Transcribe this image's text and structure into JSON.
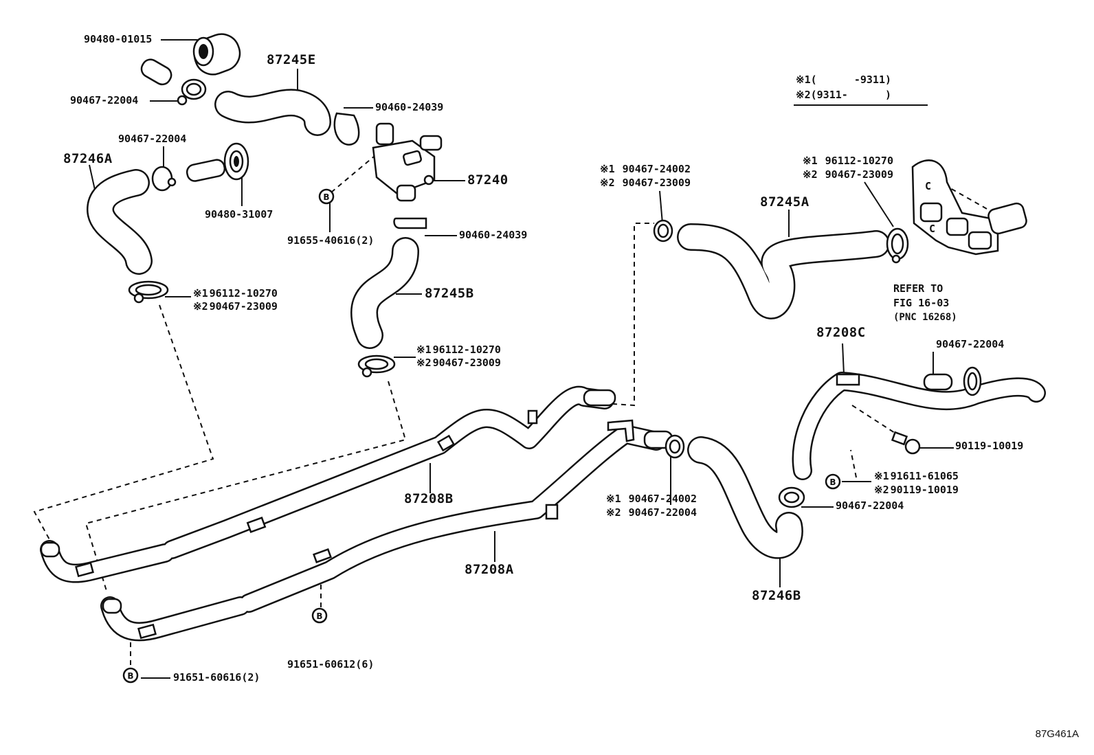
{
  "legend": {
    "rows": [
      {
        "mark": "※1",
        "range": "(      -9311)"
      },
      {
        "mark": "※2",
        "range": "(9311-      )"
      }
    ]
  },
  "figure_id": "87G461A",
  "parts": {
    "p90480_01015": "90480-01015",
    "p87245E": "87245E",
    "p90467_22004_a": "90467-22004",
    "p90460_24039_a": "90460-24039",
    "p90467_22004_b": "90467-22004",
    "p87246A": "87246A",
    "p87240": "87240",
    "p90480_31007": "90480-31007",
    "p91655_40616": "91655-40616(2)",
    "p90460_24039_b": "90460-24039",
    "p87245B": "87245B",
    "pair_left": {
      "m1": "※1",
      "n1": "96112-10270",
      "m2": "※2",
      "n2": "90467-23009"
    },
    "pair_mid": {
      "m1": "※1",
      "n1": "96112-10270",
      "m2": "※2",
      "n2": "90467-23009"
    },
    "pair_top_center": {
      "m1": "※1",
      "n1": "90467-24002",
      "m2": "※2",
      "n2": "90467-23009"
    },
    "p87245A": "87245A",
    "pair_top_right": {
      "m1": "※1",
      "n1": "96112-10270",
      "m2": "※2",
      "n2": "90467-23009"
    },
    "refer": {
      "line1": "REFER TO",
      "line2": "FIG 16-03",
      "line3": "(PNC 16268)"
    },
    "p87208C": "87208C",
    "p90467_22004_c": "90467-22004",
    "p90119_10019": "90119-10019",
    "pair_bolt": {
      "m1": "※1",
      "n1": "91611-61065",
      "m2": "※2",
      "n2": "90119-10019"
    },
    "p90467_22004_d": "90467-22004",
    "pair_bottom_center": {
      "m1": "※1",
      "n1": "90467-24002",
      "m2": "※2",
      "n2": "90467-22004"
    },
    "p87208B": "87208B",
    "p87208A": "87208A",
    "p87246B": "87246B",
    "p91651_60612": "91651-60612(6)",
    "p91651_60616": "91651-60616(2)",
    "bolt_symbol": "B"
  }
}
